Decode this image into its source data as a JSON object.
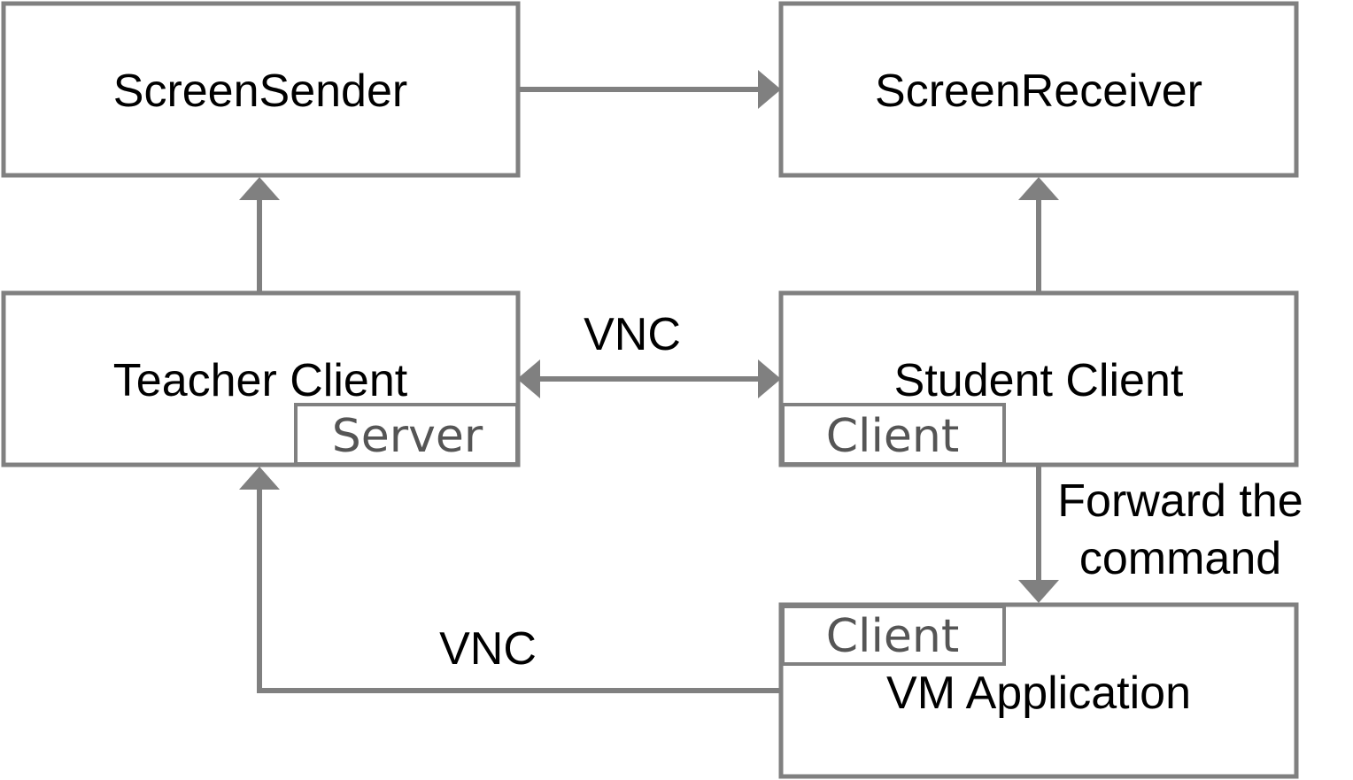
{
  "nodes": {
    "screen_sender": {
      "label": "ScreenSender"
    },
    "screen_receiver": {
      "label": "ScreenReceiver"
    },
    "teacher_client": {
      "label": "Teacher Client",
      "role": "Server"
    },
    "student_client": {
      "label": "Student Client",
      "role": "Client"
    },
    "vm_application": {
      "label": "VM Application",
      "role": "Client"
    }
  },
  "edges": {
    "sender_to_receiver": {
      "from": "ScreenSender",
      "to": "ScreenReceiver",
      "direction": "forward"
    },
    "teacher_to_sender": {
      "from": "Teacher Client",
      "to": "ScreenSender",
      "direction": "forward"
    },
    "student_to_receiver": {
      "from": "Student Client",
      "to": "ScreenReceiver",
      "direction": "forward"
    },
    "teacher_student_vnc": {
      "from": "Teacher Client",
      "to": "Student Client",
      "direction": "both",
      "label": "VNC"
    },
    "student_to_vm": {
      "from": "Student Client",
      "to": "VM Application",
      "direction": "forward",
      "label_line1": "Forward the",
      "label_line2": "command"
    },
    "vm_to_teacher_vnc": {
      "from": "VM Application",
      "to": "Teacher Client",
      "direction": "forward",
      "label": "VNC"
    }
  },
  "colors": {
    "stroke": "#808080",
    "main_text": "#000000",
    "sub_text": "#555555",
    "background": "#ffffff"
  }
}
